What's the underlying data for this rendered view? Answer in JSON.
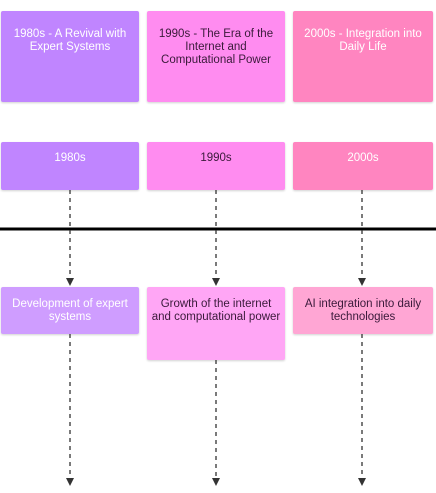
{
  "timeline": {
    "columns": [
      {
        "header": "1980s - A Revival with Expert Systems",
        "label": "1980s",
        "detail": "Development of expert systems",
        "colors": {
          "header": "#c085ff",
          "label": "#c085ff",
          "detail": "#cf9dff"
        }
      },
      {
        "header": "1990s - The Era of the Internet and Computational Power",
        "label": "1990s",
        "detail": "Growth of the internet and computational power",
        "colors": {
          "header": "#ff8cf0",
          "label": "#ff8cf0",
          "detail": "#ffa6f5"
        }
      },
      {
        "header": "2000s - Integration into Daily Life",
        "label": "2000s",
        "detail": "AI integration into daily technologies",
        "colors": {
          "header": "#ff85c0",
          "label": "#ff85c0",
          "detail": "#ffa6d4"
        }
      }
    ],
    "axis_color": "#000000",
    "connector_color": "#333333"
  }
}
